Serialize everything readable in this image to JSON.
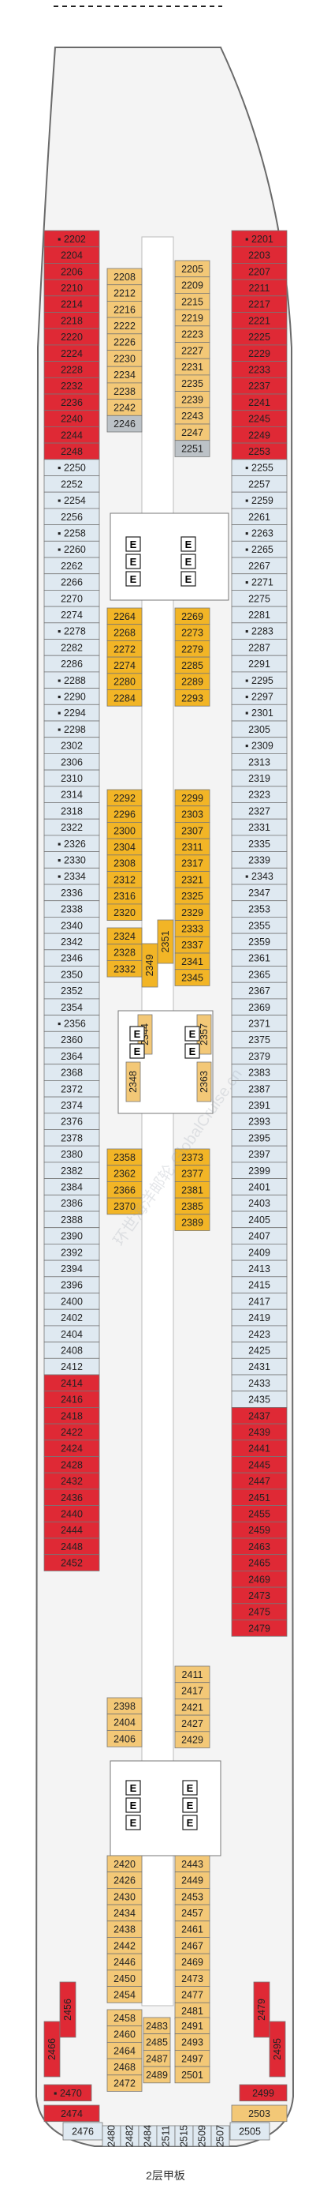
{
  "deck_title": "2层甲板",
  "watermark": "环世海洋邮轮 GlobalCruise.cn",
  "colors": {
    "red": "#df2935",
    "yellow": "#f3c877",
    "orange": "#f2b526",
    "blue": "#dfe9f1",
    "grey": "#bcc2c7",
    "white": "#ffffff",
    "hull": "#f4f4f4",
    "outline": "#6a6a6a"
  },
  "cabins": {
    "left_outer": [
      {
        "n": "2202",
        "c": "red",
        "i": "▪"
      },
      {
        "n": "2204",
        "c": "red"
      },
      {
        "n": "2206",
        "c": "red"
      },
      {
        "n": "2210",
        "c": "red"
      },
      {
        "n": "2214",
        "c": "red"
      },
      {
        "n": "2218",
        "c": "red"
      },
      {
        "n": "2220",
        "c": "red"
      },
      {
        "n": "2224",
        "c": "red"
      },
      {
        "n": "2228",
        "c": "red"
      },
      {
        "n": "2232",
        "c": "red"
      },
      {
        "n": "2236",
        "c": "red"
      },
      {
        "n": "2240",
        "c": "red"
      },
      {
        "n": "2244",
        "c": "red"
      },
      {
        "n": "2248",
        "c": "red"
      },
      {
        "n": "2250",
        "c": "blue",
        "i": "▪"
      },
      {
        "n": "2252",
        "c": "blue"
      },
      {
        "n": "2254",
        "c": "blue",
        "i": "▪"
      },
      {
        "n": "2256",
        "c": "blue"
      },
      {
        "n": "2258",
        "c": "blue",
        "i": "▪"
      },
      {
        "n": "2260",
        "c": "blue",
        "i": "▪"
      },
      {
        "n": "2262",
        "c": "blue"
      },
      {
        "n": "2266",
        "c": "blue"
      },
      {
        "n": "2270",
        "c": "blue"
      },
      {
        "n": "2274",
        "c": "blue"
      },
      {
        "n": "2278",
        "c": "blue",
        "i": "▪"
      },
      {
        "n": "2282",
        "c": "blue"
      },
      {
        "n": "2286",
        "c": "blue"
      },
      {
        "n": "2288",
        "c": "blue",
        "i": "▪"
      },
      {
        "n": "2290",
        "c": "blue",
        "i": "▪"
      },
      {
        "n": "2294",
        "c": "blue",
        "i": "▪"
      },
      {
        "n": "2298",
        "c": "blue",
        "i": "▪"
      },
      {
        "n": "2302",
        "c": "blue"
      },
      {
        "n": "2306",
        "c": "blue"
      },
      {
        "n": "2310",
        "c": "blue"
      },
      {
        "n": "2314",
        "c": "blue"
      },
      {
        "n": "2318",
        "c": "blue"
      },
      {
        "n": "2322",
        "c": "blue"
      },
      {
        "n": "2326",
        "c": "blue",
        "i": "▪"
      },
      {
        "n": "2330",
        "c": "blue",
        "i": "▪"
      },
      {
        "n": "2334",
        "c": "blue",
        "i": "▪"
      },
      {
        "n": "2336",
        "c": "blue"
      },
      {
        "n": "2338",
        "c": "blue"
      },
      {
        "n": "2340",
        "c": "blue"
      },
      {
        "n": "2342",
        "c": "blue"
      },
      {
        "n": "2346",
        "c": "blue"
      },
      {
        "n": "2350",
        "c": "blue"
      },
      {
        "n": "2352",
        "c": "blue"
      },
      {
        "n": "2354",
        "c": "blue"
      },
      {
        "n": "2356",
        "c": "blue",
        "i": "▪"
      },
      {
        "n": "2360",
        "c": "blue"
      },
      {
        "n": "2364",
        "c": "blue"
      },
      {
        "n": "2368",
        "c": "blue"
      },
      {
        "n": "2372",
        "c": "blue"
      },
      {
        "n": "2374",
        "c": "blue"
      },
      {
        "n": "2376",
        "c": "blue"
      },
      {
        "n": "2378",
        "c": "blue"
      },
      {
        "n": "2380",
        "c": "blue"
      },
      {
        "n": "2382",
        "c": "blue"
      },
      {
        "n": "2384",
        "c": "blue"
      },
      {
        "n": "2386",
        "c": "blue"
      },
      {
        "n": "2388",
        "c": "blue"
      },
      {
        "n": "2390",
        "c": "blue"
      },
      {
        "n": "2392",
        "c": "blue"
      },
      {
        "n": "2394",
        "c": "blue"
      },
      {
        "n": "2396",
        "c": "blue"
      },
      {
        "n": "2400",
        "c": "blue"
      },
      {
        "n": "2402",
        "c": "blue"
      },
      {
        "n": "2404",
        "c": "blue"
      },
      {
        "n": "2408",
        "c": "blue"
      },
      {
        "n": "2412",
        "c": "blue"
      },
      {
        "n": "2414",
        "c": "red"
      },
      {
        "n": "2416",
        "c": "red"
      },
      {
        "n": "2418",
        "c": "red"
      },
      {
        "n": "2422",
        "c": "red"
      },
      {
        "n": "2424",
        "c": "red"
      },
      {
        "n": "2428",
        "c": "red"
      },
      {
        "n": "2432",
        "c": "red"
      },
      {
        "n": "2436",
        "c": "red"
      },
      {
        "n": "2440",
        "c": "red"
      },
      {
        "n": "2444",
        "c": "red"
      },
      {
        "n": "2448",
        "c": "red"
      },
      {
        "n": "2452",
        "c": "red"
      }
    ],
    "right_outer": [
      {
        "n": "2201",
        "c": "red",
        "i": "▪"
      },
      {
        "n": "2203",
        "c": "red"
      },
      {
        "n": "2207",
        "c": "red"
      },
      {
        "n": "2211",
        "c": "red"
      },
      {
        "n": "2217",
        "c": "red"
      },
      {
        "n": "2221",
        "c": "red"
      },
      {
        "n": "2225",
        "c": "red"
      },
      {
        "n": "2229",
        "c": "red"
      },
      {
        "n": "2233",
        "c": "red"
      },
      {
        "n": "2237",
        "c": "red"
      },
      {
        "n": "2241",
        "c": "red"
      },
      {
        "n": "2245",
        "c": "red"
      },
      {
        "n": "2249",
        "c": "red"
      },
      {
        "n": "2253",
        "c": "red"
      },
      {
        "n": "2255",
        "c": "blue",
        "i": "▪"
      },
      {
        "n": "2257",
        "c": "blue"
      },
      {
        "n": "2259",
        "c": "blue",
        "i": "▪"
      },
      {
        "n": "2261",
        "c": "blue"
      },
      {
        "n": "2263",
        "c": "blue",
        "i": "▪"
      },
      {
        "n": "2265",
        "c": "blue",
        "i": "▪"
      },
      {
        "n": "2267",
        "c": "blue"
      },
      {
        "n": "2271",
        "c": "blue",
        "i": "▪"
      },
      {
        "n": "2275",
        "c": "blue"
      },
      {
        "n": "2281",
        "c": "blue"
      },
      {
        "n": "2283",
        "c": "blue",
        "i": "▪"
      },
      {
        "n": "2287",
        "c": "blue"
      },
      {
        "n": "2291",
        "c": "blue"
      },
      {
        "n": "2295",
        "c": "blue",
        "i": "▪"
      },
      {
        "n": "2297",
        "c": "blue",
        "i": "▪"
      },
      {
        "n": "2301",
        "c": "blue",
        "i": "▪"
      },
      {
        "n": "2305",
        "c": "blue"
      },
      {
        "n": "2309",
        "c": "blue",
        "i": "▪"
      },
      {
        "n": "2313",
        "c": "blue"
      },
      {
        "n": "2319",
        "c": "blue"
      },
      {
        "n": "2323",
        "c": "blue"
      },
      {
        "n": "2327",
        "c": "blue"
      },
      {
        "n": "2331",
        "c": "blue"
      },
      {
        "n": "2335",
        "c": "blue"
      },
      {
        "n": "2339",
        "c": "blue"
      },
      {
        "n": "2343",
        "c": "blue",
        "i": "▪"
      },
      {
        "n": "2347",
        "c": "blue"
      },
      {
        "n": "2353",
        "c": "blue"
      },
      {
        "n": "2355",
        "c": "blue"
      },
      {
        "n": "2359",
        "c": "blue"
      },
      {
        "n": "2361",
        "c": "blue"
      },
      {
        "n": "2365",
        "c": "blue"
      },
      {
        "n": "2367",
        "c": "blue"
      },
      {
        "n": "2369",
        "c": "blue"
      },
      {
        "n": "2371",
        "c": "blue"
      },
      {
        "n": "2375",
        "c": "blue"
      },
      {
        "n": "2379",
        "c": "blue"
      },
      {
        "n": "2383",
        "c": "blue"
      },
      {
        "n": "2387",
        "c": "blue"
      },
      {
        "n": "2391",
        "c": "blue"
      },
      {
        "n": "2393",
        "c": "blue"
      },
      {
        "n": "2395",
        "c": "blue"
      },
      {
        "n": "2397",
        "c": "blue"
      },
      {
        "n": "2399",
        "c": "blue"
      },
      {
        "n": "2401",
        "c": "blue"
      },
      {
        "n": "2403",
        "c": "blue"
      },
      {
        "n": "2405",
        "c": "blue"
      },
      {
        "n": "2407",
        "c": "blue"
      },
      {
        "n": "2409",
        "c": "blue"
      },
      {
        "n": "2413",
        "c": "blue"
      },
      {
        "n": "2415",
        "c": "blue"
      },
      {
        "n": "2417",
        "c": "blue"
      },
      {
        "n": "2419",
        "c": "blue"
      },
      {
        "n": "2423",
        "c": "blue"
      },
      {
        "n": "2425",
        "c": "blue"
      },
      {
        "n": "2431",
        "c": "blue"
      },
      {
        "n": "2433",
        "c": "blue"
      },
      {
        "n": "2435",
        "c": "blue"
      },
      {
        "n": "2437",
        "c": "red"
      },
      {
        "n": "2439",
        "c": "red"
      },
      {
        "n": "2441",
        "c": "red"
      },
      {
        "n": "2445",
        "c": "red"
      },
      {
        "n": "2447",
        "c": "red"
      },
      {
        "n": "2451",
        "c": "red"
      },
      {
        "n": "2455",
        "c": "red"
      },
      {
        "n": "2459",
        "c": "red"
      },
      {
        "n": "2463",
        "c": "red"
      },
      {
        "n": "2465",
        "c": "red"
      },
      {
        "n": "2469",
        "c": "red"
      },
      {
        "n": "2473",
        "c": "red"
      },
      {
        "n": "2475",
        "c": "red"
      },
      {
        "n": "2479",
        "c": "red"
      }
    ],
    "left_inner_fwd": [
      {
        "n": "2208",
        "c": "yellow"
      },
      {
        "n": "2212",
        "c": "yellow"
      },
      {
        "n": "2216",
        "c": "yellow"
      },
      {
        "n": "2222",
        "c": "yellow"
      },
      {
        "n": "2226",
        "c": "yellow"
      },
      {
        "n": "2230",
        "c": "yellow"
      },
      {
        "n": "2234",
        "c": "yellow"
      },
      {
        "n": "2238",
        "c": "yellow"
      },
      {
        "n": "2242",
        "c": "yellow"
      },
      {
        "n": "2246",
        "c": "grey"
      }
    ],
    "right_inner_fwd": [
      {
        "n": "2205",
        "c": "yellow"
      },
      {
        "n": "2209",
        "c": "yellow"
      },
      {
        "n": "2215",
        "c": "yellow"
      },
      {
        "n": "2219",
        "c": "yellow"
      },
      {
        "n": "2223",
        "c": "yellow"
      },
      {
        "n": "2227",
        "c": "yellow"
      },
      {
        "n": "2231",
        "c": "yellow"
      },
      {
        "n": "2235",
        "c": "yellow"
      },
      {
        "n": "2239",
        "c": "yellow"
      },
      {
        "n": "2243",
        "c": "yellow"
      },
      {
        "n": "2247",
        "c": "yellow"
      },
      {
        "n": "2251",
        "c": "grey"
      }
    ],
    "left_inner_mid": [
      {
        "n": "2264",
        "c": "orange"
      },
      {
        "n": "2268",
        "c": "orange"
      },
      {
        "n": "2272",
        "c": "orange"
      },
      {
        "n": "2274",
        "c": "orange"
      },
      {
        "n": "2280",
        "c": "orange"
      },
      {
        "n": "2284",
        "c": "orange"
      }
    ],
    "right_inner_mid": [
      {
        "n": "2269",
        "c": "orange"
      },
      {
        "n": "2273",
        "c": "orange"
      },
      {
        "n": "2279",
        "c": "orange"
      },
      {
        "n": "2285",
        "c": "orange"
      },
      {
        "n": "2289",
        "c": "orange"
      },
      {
        "n": "2293",
        "c": "orange"
      }
    ],
    "left_inner_2": [
      {
        "n": "2292",
        "c": "orange"
      },
      {
        "n": "2296",
        "c": "orange"
      },
      {
        "n": "2300",
        "c": "orange"
      },
      {
        "n": "2304",
        "c": "orange"
      },
      {
        "n": "2308",
        "c": "orange"
      },
      {
        "n": "2312",
        "c": "orange"
      },
      {
        "n": "2316",
        "c": "orange"
      },
      {
        "n": "2320",
        "c": "orange"
      }
    ],
    "right_inner_2": [
      {
        "n": "2299",
        "c": "orange"
      },
      {
        "n": "2303",
        "c": "orange"
      },
      {
        "n": "2307",
        "c": "orange"
      },
      {
        "n": "2311",
        "c": "orange"
      },
      {
        "n": "2317",
        "c": "orange"
      },
      {
        "n": "2321",
        "c": "orange"
      },
      {
        "n": "2325",
        "c": "orange"
      },
      {
        "n": "2329",
        "c": "orange"
      },
      {
        "n": "2333",
        "c": "orange"
      },
      {
        "n": "2337",
        "c": "orange"
      },
      {
        "n": "2341",
        "c": "orange"
      },
      {
        "n": "2345",
        "c": "orange"
      }
    ],
    "left_inner_3": [
      {
        "n": "2324",
        "c": "orange"
      },
      {
        "n": "2328",
        "c": "orange"
      },
      {
        "n": "2332",
        "c": "orange"
      }
    ],
    "vertical_mid": [
      {
        "n": "2349",
        "c": "orange"
      },
      {
        "n": "2351",
        "c": "orange"
      },
      {
        "n": "2344",
        "c": "yellow"
      },
      {
        "n": "2348",
        "c": "yellow"
      },
      {
        "n": "2357",
        "c": "yellow"
      },
      {
        "n": "2363",
        "c": "yellow"
      }
    ],
    "left_inner_4": [
      {
        "n": "2358",
        "c": "orange"
      },
      {
        "n": "2362",
        "c": "orange"
      },
      {
        "n": "2366",
        "c": "orange"
      },
      {
        "n": "2370",
        "c": "orange"
      }
    ],
    "right_inner_4": [
      {
        "n": "2373",
        "c": "orange"
      },
      {
        "n": "2377",
        "c": "orange"
      },
      {
        "n": "2381",
        "c": "orange"
      },
      {
        "n": "2385",
        "c": "orange"
      },
      {
        "n": "2389",
        "c": "orange"
      }
    ],
    "right_inner_5": [
      {
        "n": "2411",
        "c": "yellow"
      },
      {
        "n": "2417",
        "c": "yellow"
      },
      {
        "n": "2421",
        "c": "yellow"
      },
      {
        "n": "2427",
        "c": "yellow"
      },
      {
        "n": "2429",
        "c": "yellow"
      }
    ],
    "left_inner_5": [
      {
        "n": "2398",
        "c": "yellow"
      },
      {
        "n": "2404",
        "c": "yellow"
      },
      {
        "n": "2406",
        "c": "yellow"
      }
    ],
    "left_inner_aft": [
      {
        "n": "2420",
        "c": "yellow"
      },
      {
        "n": "2426",
        "c": "yellow"
      },
      {
        "n": "2430",
        "c": "yellow"
      },
      {
        "n": "2434",
        "c": "yellow"
      },
      {
        "n": "2438",
        "c": "yellow"
      },
      {
        "n": "2442",
        "c": "yellow"
      },
      {
        "n": "2446",
        "c": "yellow"
      },
      {
        "n": "2450",
        "c": "yellow"
      },
      {
        "n": "2454",
        "c": "yellow"
      }
    ],
    "right_inner_aft": [
      {
        "n": "2443",
        "c": "yellow"
      },
      {
        "n": "2449",
        "c": "yellow"
      },
      {
        "n": "2453",
        "c": "yellow"
      },
      {
        "n": "2457",
        "c": "yellow"
      },
      {
        "n": "2461",
        "c": "yellow"
      },
      {
        "n": "2467",
        "c": "yellow"
      },
      {
        "n": "2469",
        "c": "yellow"
      },
      {
        "n": "2473",
        "c": "yellow"
      },
      {
        "n": "2477",
        "c": "yellow"
      },
      {
        "n": "2481",
        "c": "yellow"
      }
    ],
    "aft_block_left": [
      {
        "n": "2458",
        "c": "yellow"
      },
      {
        "n": "2460",
        "c": "yellow"
      },
      {
        "n": "2464",
        "c": "yellow"
      },
      {
        "n": "2468",
        "c": "yellow"
      },
      {
        "n": "2472",
        "c": "yellow"
      }
    ],
    "aft_block_mid": [
      {
        "n": "2483",
        "c": "yellow"
      },
      {
        "n": "2485",
        "c": "yellow"
      },
      {
        "n": "2487",
        "c": "yellow"
      },
      {
        "n": "2489",
        "c": "yellow"
      }
    ],
    "aft_block_right": [
      {
        "n": "2491",
        "c": "yellow"
      },
      {
        "n": "2493",
        "c": "yellow"
      },
      {
        "n": "2497",
        "c": "yellow"
      },
      {
        "n": "2501",
        "c": "yellow"
      }
    ],
    "aft_side": [
      {
        "n": "2466",
        "c": "red"
      },
      {
        "n": "2456",
        "c": "red"
      },
      {
        "n": "2495",
        "c": "red"
      },
      {
        "n": "2479",
        "c": "red"
      },
      {
        "n": "2470",
        "c": "red",
        "i": "▪"
      },
      {
        "n": "2499",
        "c": "red"
      },
      {
        "n": "2474",
        "c": "red"
      },
      {
        "n": "2503",
        "c": "yellow"
      }
    ],
    "stern": [
      {
        "n": "2476",
        "c": "blue"
      },
      {
        "n": "2480",
        "c": "blue"
      },
      {
        "n": "2482",
        "c": "blue"
      },
      {
        "n": "2484",
        "c": "blue"
      },
      {
        "n": "2511",
        "c": "blue"
      },
      {
        "n": "2515",
        "c": "blue"
      },
      {
        "n": "2509",
        "c": "blue"
      },
      {
        "n": "2507",
        "c": "blue"
      },
      {
        "n": "2505",
        "c": "blue"
      }
    ]
  },
  "elevator_symbol": "E"
}
